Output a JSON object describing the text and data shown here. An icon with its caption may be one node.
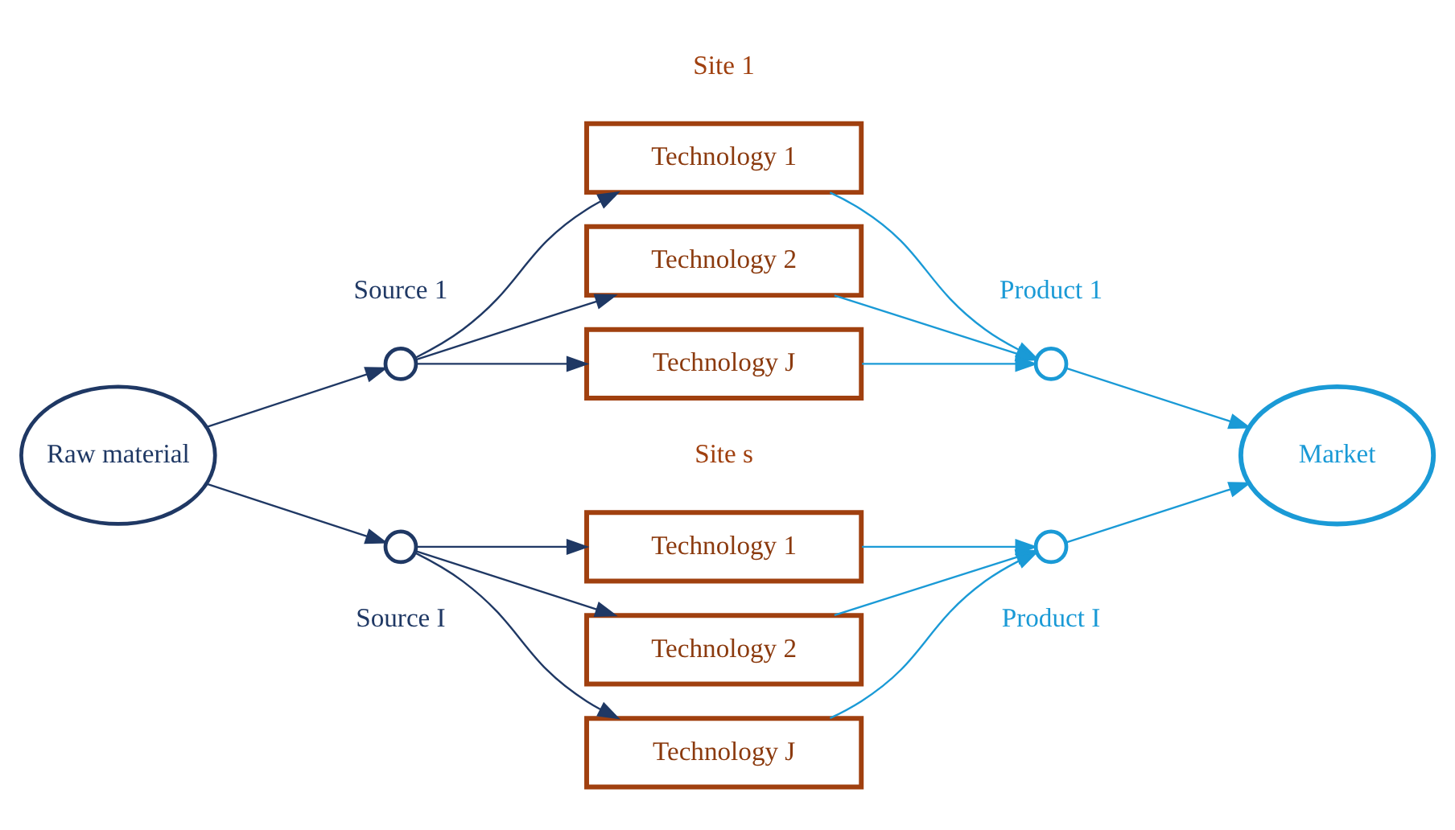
{
  "diagram": {
    "nodes": [
      {
        "text": [
          "Raw material"
        ]
      },
      {
        "text": [],
        "shape": "circle",
        "beside": [
          "Source 1"
        ]
      },
      {
        "text": [
          "Technology 1"
        ]
      },
      {
        "text": [
          "Technology 2"
        ]
      },
      {
        "text": [
          "Technology J"
        ]
      },
      {
        "text": [],
        "shape": "circle",
        "beside": [
          "Product 1"
        ]
      },
      {
        "text": [],
        "shape": "circle",
        "beside": [
          "Source I"
        ]
      },
      {
        "text": [
          "Technology 1"
        ]
      },
      {
        "text": [
          "Technology 2"
        ]
      },
      {
        "text": [
          "Technology J"
        ]
      },
      {
        "text": [],
        "shape": "circle",
        "beside": [
          "Product I"
        ]
      },
      {
        "text": [
          "Market"
        ]
      }
    ],
    "edges": [
      {
        "from": 0,
        "to": 1,
        "arrow": "to",
        "color": "#1f3864"
      },
      {
        "from": 0,
        "to": 6,
        "arrow": "to",
        "color": "#1f3864"
      },
      {
        "from": 1,
        "to": 2,
        "arrow": "to",
        "color": "#1f3864"
      },
      {
        "from": 1,
        "to": 3,
        "arrow": "to",
        "color": "#1f3864"
      },
      {
        "from": 1,
        "to": 4,
        "arrow": "to",
        "color": "#1f3864"
      },
      {
        "from": 2,
        "to": 5,
        "arrow": "to",
        "color": "#1a9ad6"
      },
      {
        "from": 3,
        "to": 5,
        "arrow": "to",
        "color": "#1a9ad6"
      },
      {
        "from": 4,
        "to": 5,
        "arrow": "to",
        "color": "#1a9ad6"
      },
      {
        "from": 5,
        "to": 11,
        "arrow": "to",
        "color": "#1a9ad6"
      },
      {
        "from": 6,
        "to": 7,
        "arrow": "to",
        "color": "#1f3864"
      },
      {
        "from": 6,
        "to": 8,
        "arrow": "to",
        "color": "#1f3864"
      },
      {
        "from": 6,
        "to": 9,
        "arrow": "to",
        "color": "#1f3864"
      },
      {
        "from": 7,
        "to": 10,
        "arrow": "to",
        "color": "#1a9ad6"
      },
      {
        "from": 8,
        "to": 10,
        "arrow": "to",
        "color": "#1a9ad6"
      },
      {
        "from": 9,
        "to": 10,
        "arrow": "to",
        "color": "#1a9ad6"
      },
      {
        "from": 10,
        "to": 11,
        "arrow": "to",
        "color": "#1a9ad6"
      }
    ],
    "labels": [
      "Site 1",
      "Site s"
    ]
  }
}
